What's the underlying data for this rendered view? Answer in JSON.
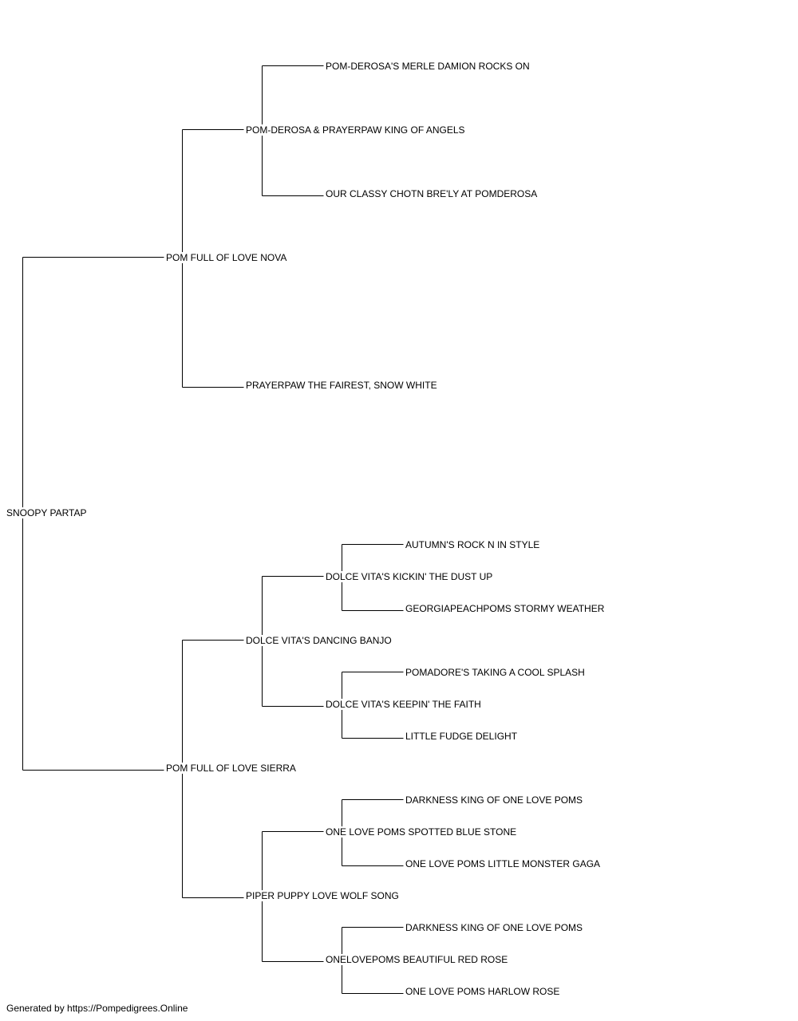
{
  "pedigree": {
    "dog": "SNOOPY PARTAP",
    "sire": {
      "name": "POM FULL OF LOVE NOVA",
      "sire": {
        "name": "POM-DEROSA & PRAYERPAW KING OF ANGELS",
        "sire": {
          "name": "POM-DEROSA'S MERLE DAMION ROCKS ON"
        },
        "dam": {
          "name": "OUR CLASSY CHOTN BRE'LY AT POMDEROSA"
        }
      },
      "dam": {
        "name": "PRAYERPAW THE FAIREST, SNOW WHITE"
      }
    },
    "dam": {
      "name": "POM FULL OF LOVE SIERRA",
      "sire": {
        "name": "DOLCE VITA'S DANCING BANJO",
        "sire": {
          "name": "DOLCE VITA'S KICKIN' THE DUST UP",
          "sire": {
            "name": "AUTUMN'S ROCK N IN STYLE"
          },
          "dam": {
            "name": "GEORGIAPEACHPOMS STORMY WEATHER"
          }
        },
        "dam": {
          "name": "DOLCE VITA'S KEEPIN' THE FAITH",
          "sire": {
            "name": "POMADORE'S TAKING A COOL SPLASH"
          },
          "dam": {
            "name": "LITTLE FUDGE DELIGHT"
          }
        }
      },
      "dam": {
        "name": "PIPER PUPPY LOVE WOLF SONG",
        "sire": {
          "name": "ONE LOVE POMS SPOTTED BLUE STONE",
          "sire": {
            "name": "DARKNESS KING OF ONE LOVE POMS"
          },
          "dam": {
            "name": "ONE LOVE POMS LITTLE MONSTER GAGA"
          }
        },
        "dam": {
          "name": "ONELOVEPOMS BEAUTIFUL RED ROSE",
          "sire": {
            "name": "DARKNESS KING OF ONE LOVE POMS"
          },
          "dam": {
            "name": "ONE LOVE POMS HARLOW ROSE"
          }
        }
      }
    }
  },
  "footer": "Generated by https://Pompedigrees.Online"
}
